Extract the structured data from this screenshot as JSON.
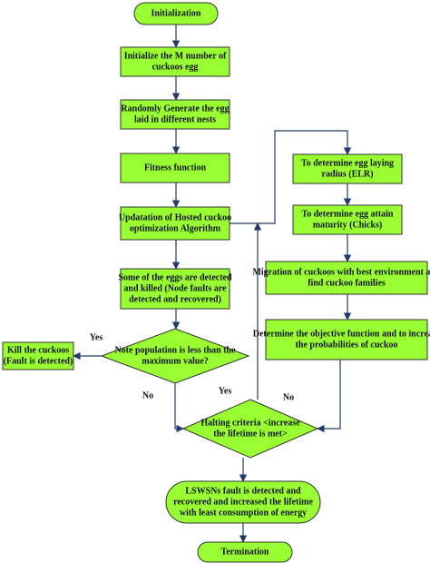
{
  "colors": {
    "fill": "#99ff33",
    "stroke": "#333333",
    "edge": "#1f3a6b",
    "text": "#111111"
  },
  "nodes": [
    {
      "id": "start",
      "shape": "terminal",
      "lines": [
        "Initialization"
      ]
    },
    {
      "id": "init_eggs",
      "shape": "process",
      "lines": [
        "Initialize the M number of",
        "cuckoos egg"
      ]
    },
    {
      "id": "random_eggs",
      "shape": "process",
      "lines": [
        "Randomly Generate the egg",
        "laid in different nests"
      ]
    },
    {
      "id": "fitness",
      "shape": "process",
      "lines": [
        "Fitness function"
      ]
    },
    {
      "id": "update",
      "shape": "process",
      "lines": [
        "Updatation of Hosted cuckoo",
        "optimization Algorithm"
      ]
    },
    {
      "id": "detect_eggs",
      "shape": "process",
      "lines": [
        "Some of the eggs are detected",
        "and killed (Node faults are",
        "detected and recovered)"
      ]
    },
    {
      "id": "kill",
      "shape": "process",
      "lines": [
        "Kill the cuckoos",
        "(Fault is detected)"
      ]
    },
    {
      "id": "pop_check",
      "shape": "decision",
      "lines": [
        "Note population is less than the",
        "maximum value?"
      ]
    },
    {
      "id": "elr",
      "shape": "process",
      "lines": [
        "To determine egg laying",
        "radius (ELR)"
      ]
    },
    {
      "id": "maturity",
      "shape": "process",
      "lines": [
        "To determine egg attain",
        "maturity (Chicks)"
      ]
    },
    {
      "id": "migration",
      "shape": "process",
      "lines": [
        "Migration of cuckoos with best environment and",
        "find cuckoo families"
      ]
    },
    {
      "id": "objective",
      "shape": "process",
      "lines": [
        "Determine the objective function and to increase",
        "the probabilities of cuckoo"
      ]
    },
    {
      "id": "halting",
      "shape": "decision",
      "lines": [
        "Halting criteria <increase",
        "the lifetime is met>"
      ]
    },
    {
      "id": "result",
      "shape": "terminal",
      "lines": [
        "LSWSNs fault is detected and",
        "recovered and increased the lifetime",
        "with least consumption of energy"
      ]
    },
    {
      "id": "end",
      "shape": "terminal",
      "lines": [
        "Termination"
      ]
    }
  ],
  "edge_labels": [
    {
      "id": "yes_kill",
      "text": "Yes"
    },
    {
      "id": "no_pop",
      "text": "No"
    },
    {
      "id": "yes_halt",
      "text": "Yes"
    },
    {
      "id": "no_halt",
      "text": "No"
    }
  ]
}
